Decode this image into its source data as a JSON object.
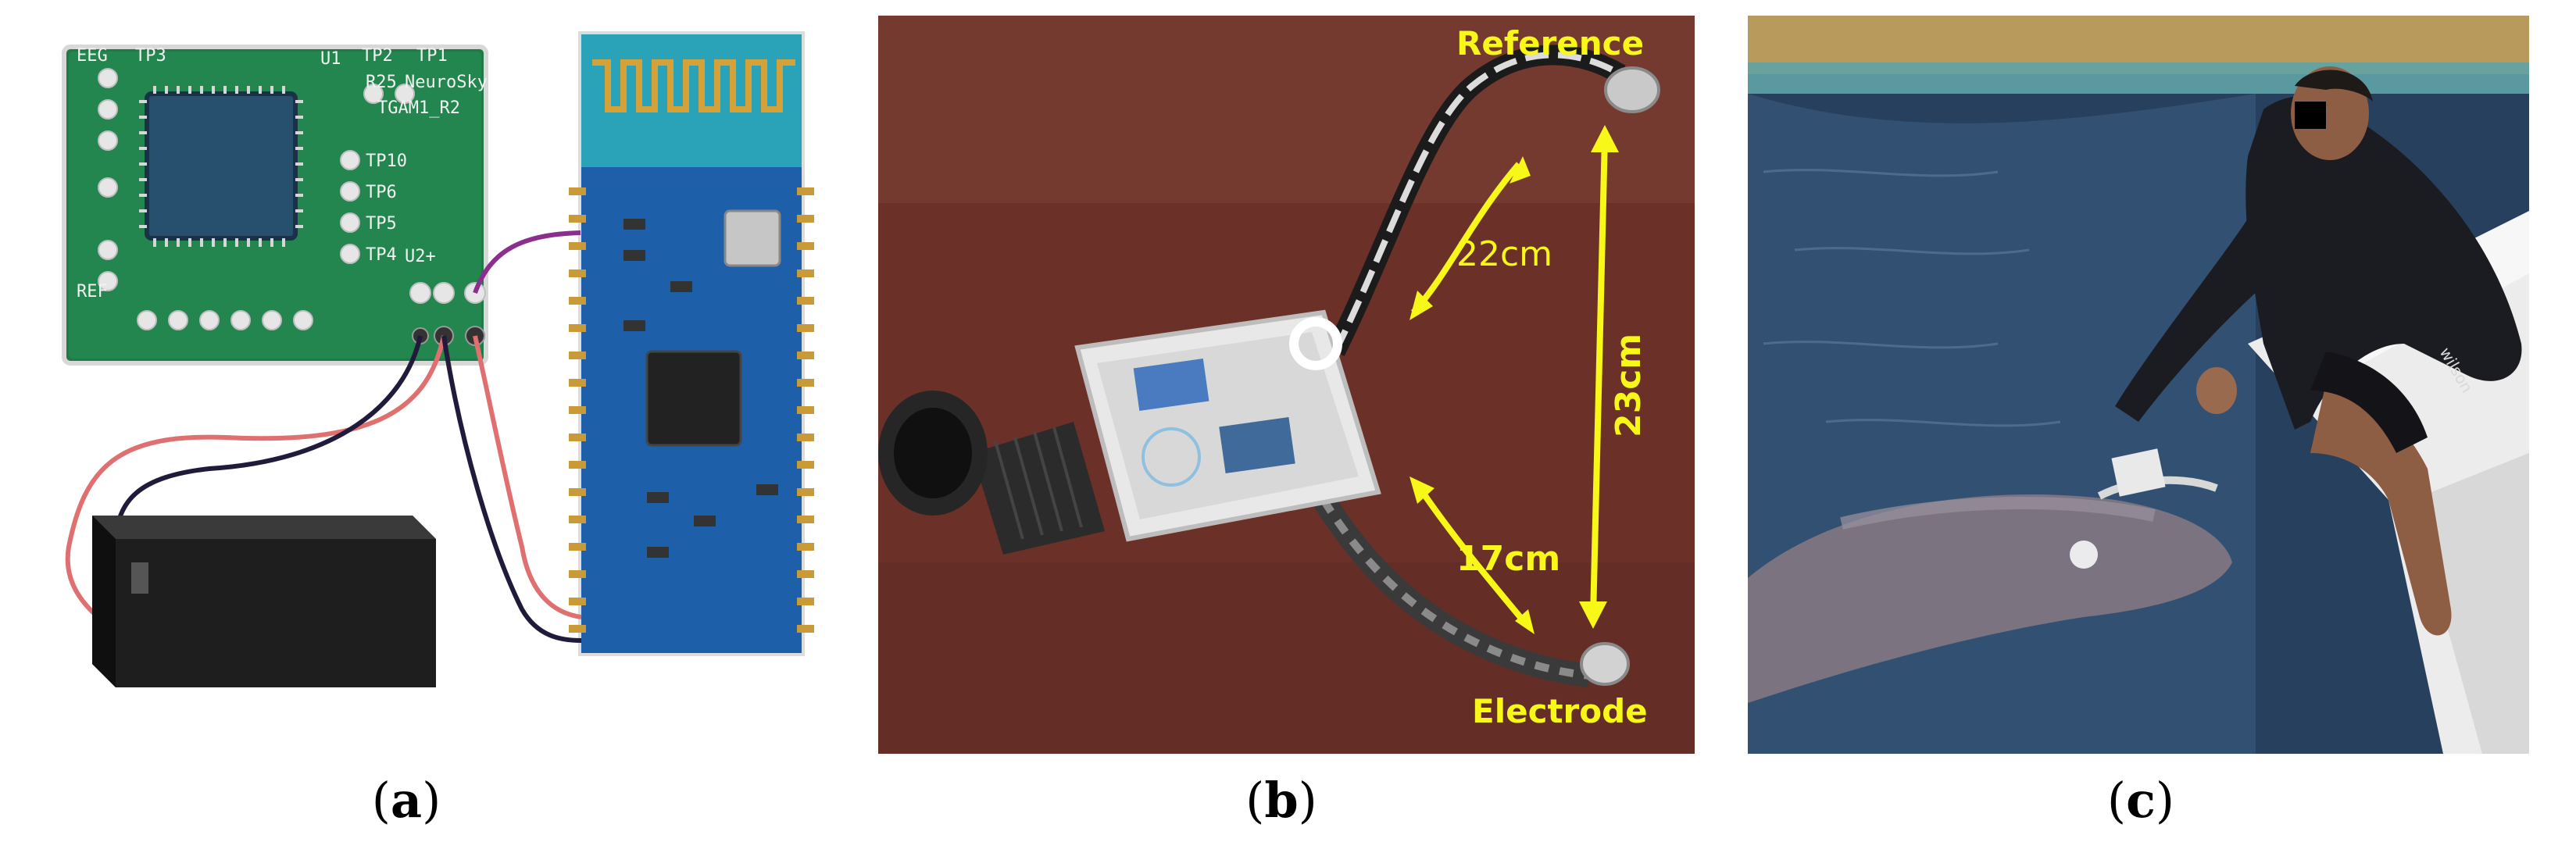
{
  "panels": {
    "a": {
      "caption_letter": "a",
      "board_labels": {
        "eeg": "EEG",
        "ref": "REF",
        "tp1": "TP1",
        "tp2": "TP2",
        "tp3": "TP3",
        "tp4": "TP4",
        "tp5": "TP5",
        "tp6": "TP6",
        "tp10": "TP10",
        "r25": "R25",
        "brand": "NeuroSky",
        "model": "TGAM1_R2",
        "u1": "U1",
        "u2": "U2+"
      }
    },
    "b": {
      "caption_letter": "b",
      "labels": {
        "reference": "Reference",
        "electrode": "Electrode",
        "d22": "22cm",
        "d17": "17cm",
        "d23": "23cm"
      },
      "annotation_color": "#f7f718"
    },
    "c": {
      "caption_letter": "c",
      "shirt_brand": "wilson"
    }
  }
}
